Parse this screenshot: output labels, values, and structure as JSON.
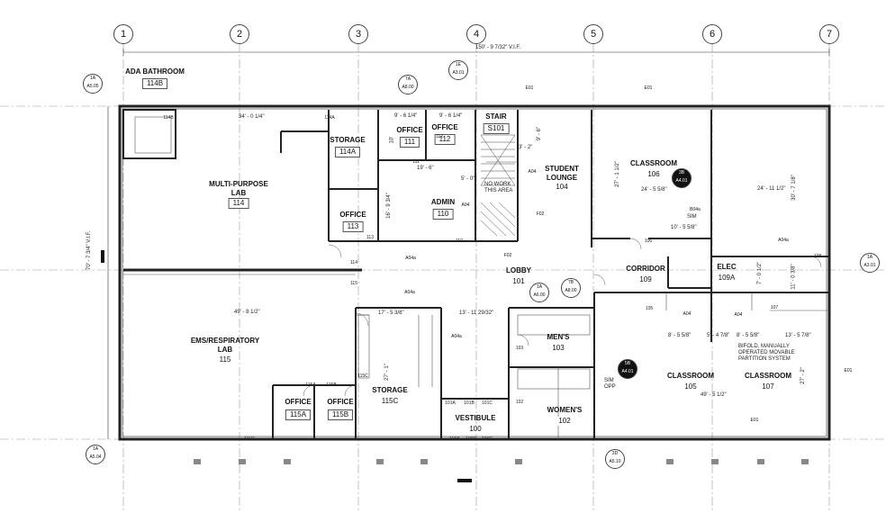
{
  "grid_lines": [
    "1",
    "2",
    "3",
    "4",
    "5",
    "6",
    "7"
  ],
  "overall_dimension": "150' - 9 7/32\" V.I.F.",
  "left_dimension": "70' - 7 3/4\" V.I.F.",
  "rooms": [
    {
      "id": "ada",
      "name": "ADA BATHROOM",
      "number": "114B"
    },
    {
      "id": "mpl",
      "name": "MULTI-PURPOSE\nLAB",
      "number": "114"
    },
    {
      "id": "stor114a",
      "name": "STORAGE",
      "number": "114A"
    },
    {
      "id": "off113",
      "name": "OFFICE",
      "number": "113"
    },
    {
      "id": "off111",
      "name": "OFFICE",
      "number": "111"
    },
    {
      "id": "off112",
      "name": "OFFICE",
      "number": "112"
    },
    {
      "id": "admin",
      "name": "ADMIN",
      "number": "110"
    },
    {
      "id": "stair",
      "name": "STAIR",
      "number": "S101"
    },
    {
      "id": "lounge",
      "name": "STUDENT\nLOUNGE",
      "number": "104"
    },
    {
      "id": "cls106",
      "name": "CLASSROOM",
      "number": "106"
    },
    {
      "id": "lobby",
      "name": "LOBBY",
      "number": "101"
    },
    {
      "id": "corr",
      "name": "CORRIDOR",
      "number": "109"
    },
    {
      "id": "elec",
      "name": "ELEC",
      "number": "109A"
    },
    {
      "id": "ems",
      "name": "EMS/RESPIRATORY\nLAB",
      "number": "115"
    },
    {
      "id": "off115a",
      "name": "OFFICE",
      "number": "115A"
    },
    {
      "id": "off115b",
      "name": "OFFICE",
      "number": "115B"
    },
    {
      "id": "stor115c",
      "name": "STORAGE",
      "number": "115C"
    },
    {
      "id": "mens",
      "name": "MEN'S",
      "number": "103"
    },
    {
      "id": "womens",
      "name": "WOMEN'S",
      "number": "102"
    },
    {
      "id": "vest",
      "name": "VESTIBULE",
      "number": "100"
    },
    {
      "id": "cls105",
      "name": "CLASSROOM",
      "number": "105"
    },
    {
      "id": "cls107",
      "name": "CLASSROOM",
      "number": "107"
    }
  ],
  "dimensions": [
    "34' - 0 1/4\"",
    "9' - 6 1/4\"",
    "9' - 6 1/4\"",
    "10'",
    "19' - 6\"",
    "16' - 9 3/4\"",
    "5' - 0\"",
    "3' - 2\"",
    "9' - 6\"",
    "27' - 1 1/2\"",
    "24' - 5 5/8\"",
    "24' - 11 1/2\"",
    "30' - 7 1/8\"",
    "10' - 5 5/8\"",
    "7' - 0 1/2\"",
    "11' - 0 3/8\"",
    "49' - 8 1/2\"",
    "17' - 5 3/8\"",
    "13' - 11 29/32\"",
    "27' - 1\"",
    "8' - 5 5/8\"",
    "5' - 4 7/8\"",
    "8' - 5 5/8\"",
    "13' - 5 7/8\"",
    "49' - 5 1/2\"",
    "27' - 2\""
  ],
  "notes": {
    "no_work": "NO WORK\nTHIS AREA",
    "bifold": "BIFOLD, MANUALLY\nOPERATED MOVABLE\nPARTITION SYSTEM",
    "sim": "SIM",
    "sim_opp": "SIM\nOPP"
  },
  "tags": [
    "A04",
    "A04a",
    "F02",
    "E01",
    "A04",
    "A04a",
    "F02",
    "E01",
    "A04",
    "A04a",
    "B04a"
  ],
  "door_tags": [
    "114B",
    "114A",
    "112",
    "111",
    "113",
    "114",
    "115",
    "110",
    "105",
    "106",
    "108",
    "107",
    "103",
    "102",
    "101A",
    "101B",
    "101C",
    "100A",
    "100B",
    "100C",
    "115A",
    "115B",
    "115C",
    "115D"
  ],
  "section_refs": [
    {
      "num": "1A",
      "sheet": "A5.05"
    },
    {
      "num": "7A",
      "sheet": "A8.00"
    },
    {
      "num": "1E",
      "sheet": "A3.01"
    },
    {
      "num": "1A",
      "sheet": "A3.01"
    },
    {
      "num": "1A",
      "sheet": "A6.00"
    },
    {
      "num": "7B",
      "sheet": "A8.00"
    },
    {
      "num": "1A",
      "sheet": "A5.04"
    },
    {
      "num": "3D",
      "sheet": "A5.10"
    },
    {
      "num": "3B",
      "sheet": "A4.01"
    },
    {
      "num": "5B",
      "sheet": "A4.01"
    }
  ]
}
